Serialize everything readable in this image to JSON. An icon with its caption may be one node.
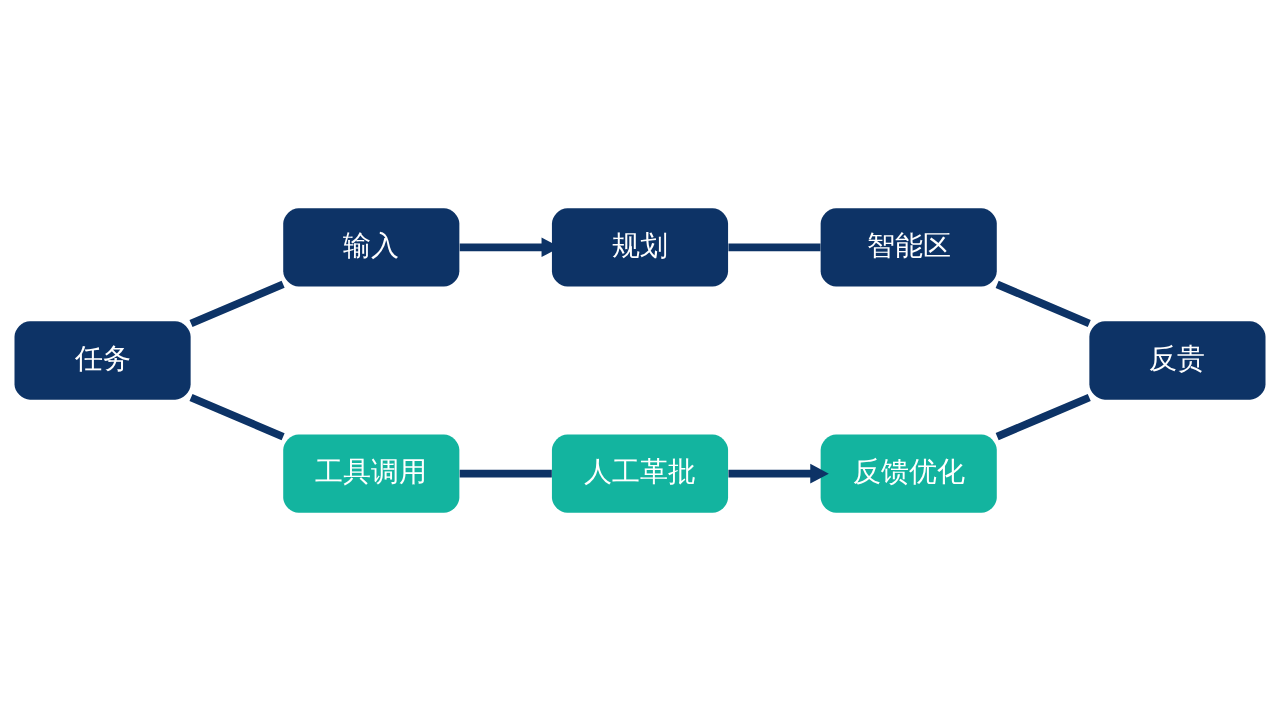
{
  "diagram": {
    "nodes": [
      {
        "text": [
          "输入"
        ]
      },
      {
        "text": [
          "规划"
        ]
      },
      {
        "text": [
          "智能区"
        ]
      },
      {
        "text": [
          "任务"
        ]
      },
      {
        "text": [
          "反贵"
        ]
      },
      {
        "text": [
          "工具调用"
        ]
      },
      {
        "text": [
          "人工革批"
        ]
      },
      {
        "text": [
          "反馈优化"
        ]
      }
    ],
    "edges": [
      {
        "from": 3,
        "to": 0,
        "arrow": "none"
      },
      {
        "from": 0,
        "to": 1,
        "arrow": "to"
      },
      {
        "from": 1,
        "to": 2,
        "arrow": "none"
      },
      {
        "from": 2,
        "to": 4,
        "arrow": "none"
      },
      {
        "from": 4,
        "to": 7,
        "arrow": "none"
      },
      {
        "from": 3,
        "to": 5,
        "arrow": "none"
      },
      {
        "from": 5,
        "to": 6,
        "arrow": "none"
      },
      {
        "from": 6,
        "to": 7,
        "arrow": "to"
      }
    ]
  }
}
